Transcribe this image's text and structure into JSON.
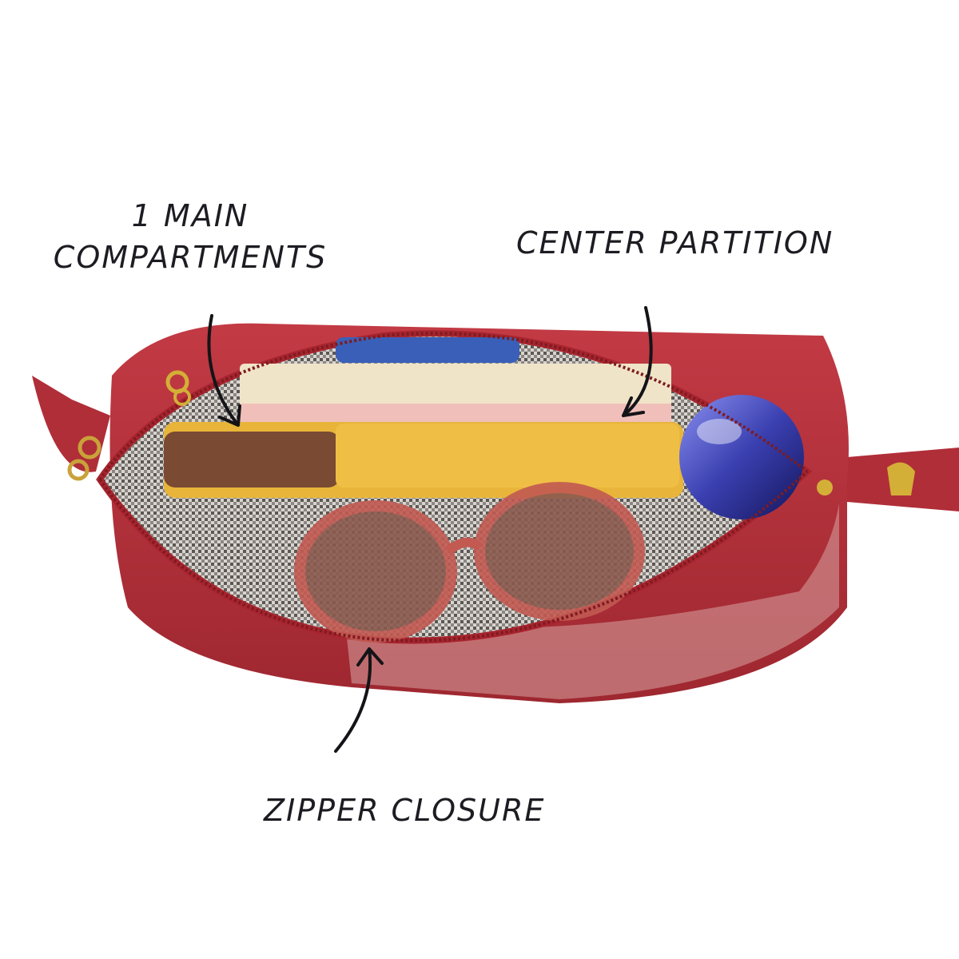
{
  "labels": {
    "main_compartments_line1": "1 MAIN",
    "main_compartments_line2": "COMPARTMENTS",
    "center_partition": "CENTER PARTITION",
    "zipper_closure": "ZIPPER CLOSURE"
  },
  "colors": {
    "background": "#ffffff",
    "bag_leather": "#b8303a",
    "bag_leather_light": "#d7a4a3",
    "lining": "#8a8580",
    "wallet_yellow": "#e8b53a",
    "wallet_brown": "#7a4a33",
    "sunglasses": "#c25a52",
    "ball": "#3a3fb0",
    "text": "#1c1c22"
  },
  "icons": [
    "arrow-icon",
    "zipper-pull-icon"
  ]
}
